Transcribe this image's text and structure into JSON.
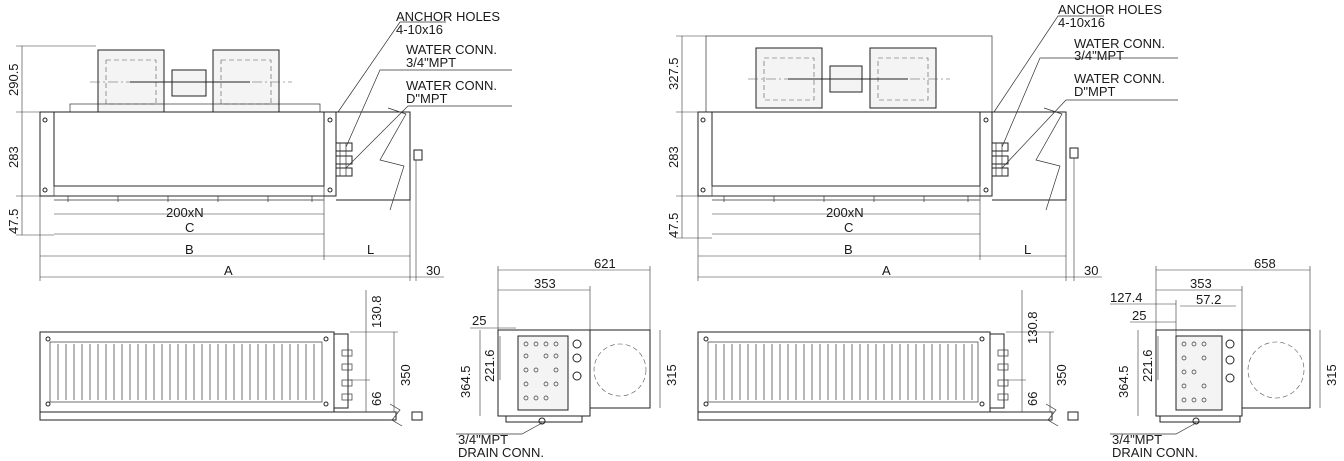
{
  "units": [
    {
      "anchor_label_1": "ANCHOR HOLES",
      "anchor_label_2": "4-10x16",
      "water_conn_1": "WATER CONN.",
      "water_conn_1_size": "3/4\"MPT",
      "water_conn_2": "WATER CONN.",
      "water_conn_2_size": "D\"MPT",
      "dim_top_height": "290.5",
      "dim_body_height": "283",
      "dim_base_height": "47.5",
      "dim_pitch": "200xN",
      "dim_c": "C",
      "dim_b": "B",
      "dim_l": "L",
      "dim_a": "A",
      "dim_30": "30",
      "dim_side_top": "130.8",
      "dim_side_height": "350",
      "dim_side_low": "66",
      "dim_end_width": "621",
      "dim_end_353": "353",
      "dim_end_25": "25",
      "dim_end_364": "364.5",
      "dim_end_221": "221.6",
      "dim_end_315": "315",
      "drain_size": "3/4\"MPT",
      "drain_label": "DRAIN CONN."
    },
    {
      "anchor_label_1": "ANCHOR HOLES",
      "anchor_label_2": "4-10x16",
      "water_conn_1": "WATER CONN.",
      "water_conn_1_size": "3/4\"MPT",
      "water_conn_2": "WATER CONN.",
      "water_conn_2_size": "D\"MPT",
      "dim_top_height": "327.5",
      "dim_body_height": "283",
      "dim_base_height": "47.5",
      "dim_pitch": "200xN",
      "dim_c": "C",
      "dim_b": "B",
      "dim_l": "L",
      "dim_a": "A",
      "dim_30": "30",
      "dim_side_top": "130.8",
      "dim_side_height": "350",
      "dim_side_low": "66",
      "dim_end_width": "658",
      "dim_end_353": "353",
      "dim_end_127": "127.4",
      "dim_end_57": "57.2",
      "dim_end_25": "25",
      "dim_end_364": "364.5",
      "dim_end_221": "221.6",
      "dim_end_315": "315",
      "drain_size": "3/4\"MPT",
      "drain_label": "DRAIN CONN."
    }
  ]
}
